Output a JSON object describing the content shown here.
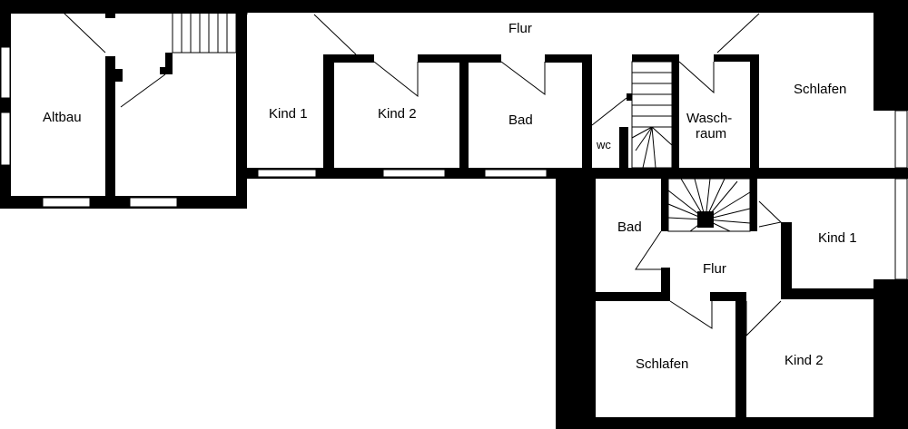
{
  "plan": {
    "labels": {
      "altbau": "Altbau",
      "flur_top": "Flur",
      "kind1_top": "Kind 1",
      "kind2_top": "Kind 2",
      "bad_top": "Bad",
      "wc": "wc",
      "wasch_line1": "Wasch-",
      "wasch_line2": "raum",
      "schlafen_top": "Schlafen",
      "bad_bottom": "Bad",
      "flur_bottom": "Flur",
      "kind1_bottom": "Kind 1",
      "schlafen_bottom": "Schlafen",
      "kind2_bottom": "Kind 2"
    }
  }
}
